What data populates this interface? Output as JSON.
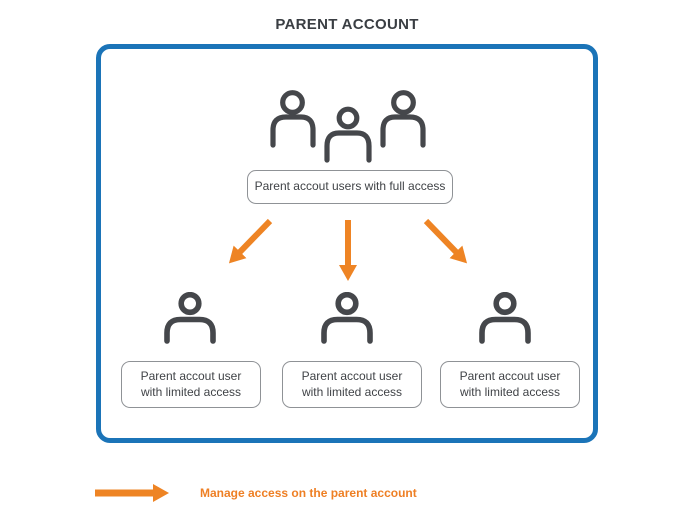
{
  "title": "PARENT ACCOUNT",
  "parent": {
    "label": "Parent accout users with full access"
  },
  "children": [
    {
      "line1": "Parent accout user",
      "line2": "with limited access"
    },
    {
      "line1": "Parent accout user",
      "line2": "with limited access"
    },
    {
      "line1": "Parent accout user",
      "line2": "with limited access"
    }
  ],
  "legend": {
    "label": "Manage access on the parent account"
  },
  "colors": {
    "accent_blue": "#1b74b8",
    "arrow_orange": "#ee8424",
    "legend_text_orange": "#ee7f24",
    "icon_gray": "#45474b",
    "box_border_gray": "#8f9296",
    "text_gray": "#404347",
    "title_gray": "#3a3e43"
  },
  "icons": {
    "parent_group": "users-group-icon",
    "child_user": "user-icon",
    "flow_arrows": [
      "arrow-down-left-icon",
      "arrow-down-icon",
      "arrow-down-right-icon"
    ],
    "legend_arrow": "arrow-right-icon"
  }
}
